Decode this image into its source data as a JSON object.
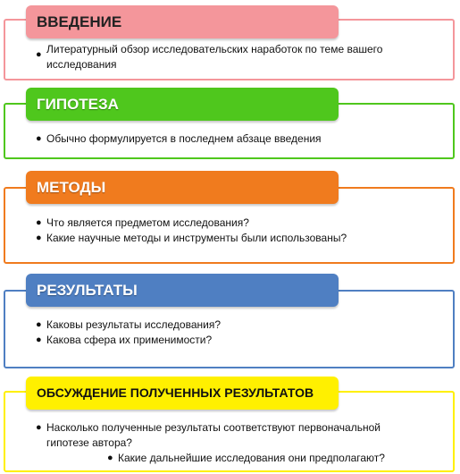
{
  "sections": [
    {
      "title": "ВВЕДЕНИЕ",
      "bullet_glyph": "●",
      "items": [
        "Литературный обзор исследовательских наработок по теме вашего исследования"
      ]
    },
    {
      "title": "ГИПОТЕЗА",
      "bullet_glyph": "●",
      "items": [
        "Обычно формулируется в последнем абзаце введения"
      ]
    },
    {
      "title": "МЕТОДЫ",
      "bullet_glyph": "●",
      "items": [
        "Что является предметом исследования?",
        "Какие научные методы и инструменты были использованы?"
      ]
    },
    {
      "title": "РЕЗУЛЬТАТЫ",
      "bullet_glyph": "●",
      "items": [
        "Каковы результаты исследования?",
        "Какова сфера их применимости?"
      ]
    },
    {
      "title": "ОБСУЖДЕНИЕ ПОЛУЧЕННЫХ РЕЗУЛЬТАТОВ",
      "bullet_glyph": "●",
      "items": [
        "Насколько полученные результаты соответствуют первоначальной гипотезе автора?",
        "Какие дальнейшие исследования они предполагают?"
      ]
    }
  ],
  "colors": {
    "introduction": "#f4969b",
    "hypothesis": "#4fc71d",
    "methods": "#f07b1e",
    "results": "#4f7fc2",
    "discussion": "#fff000",
    "text": "#111111"
  }
}
